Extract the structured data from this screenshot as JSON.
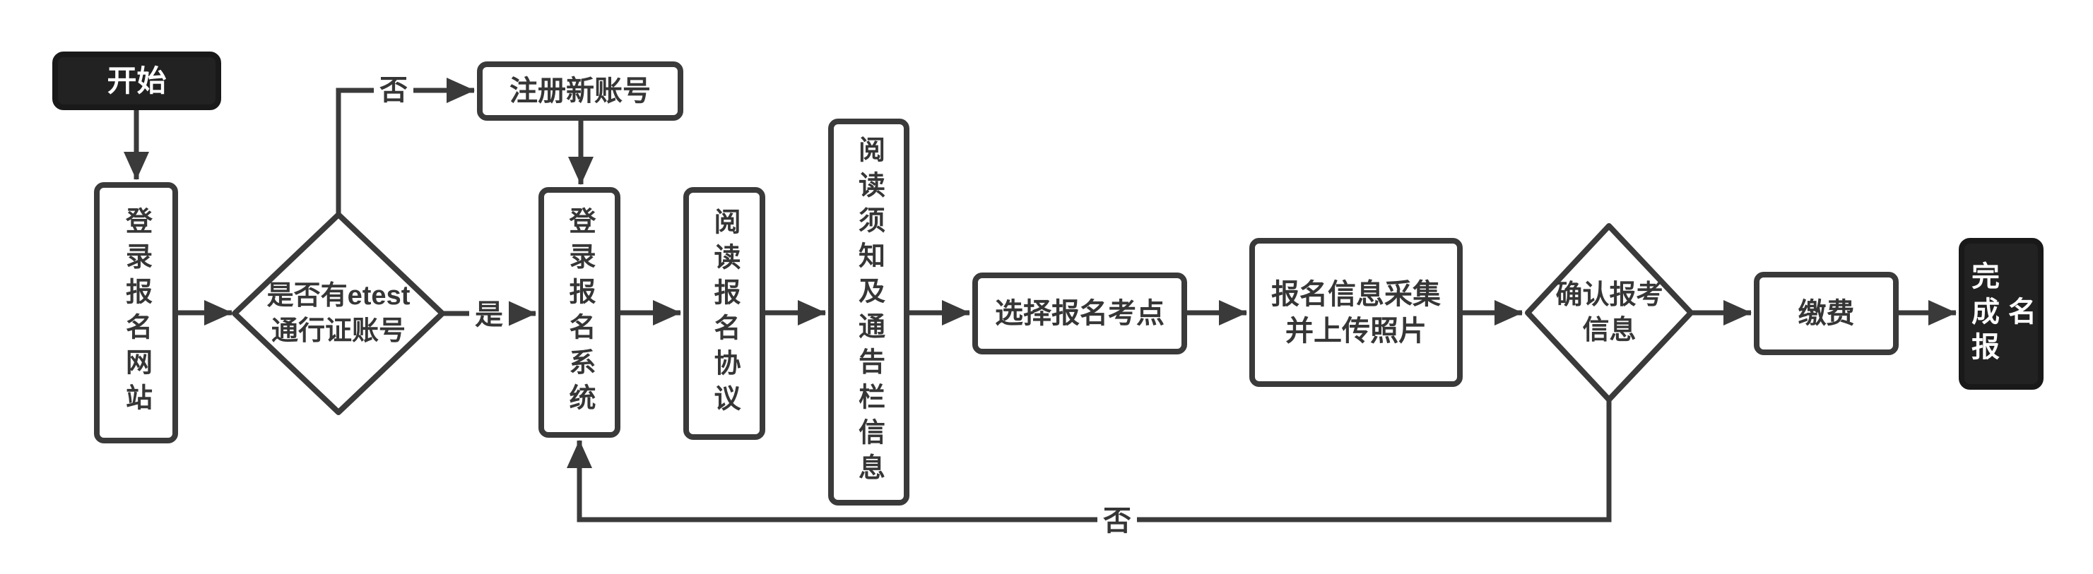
{
  "canvas": {
    "width": "2962",
    "height": "813",
    "background": "#ffffff"
  },
  "palette": {
    "line_color": "#3a3a3a",
    "text_color": "#363636",
    "terminal_fill": "#222222",
    "terminal_border": "#191919",
    "terminal_text": "#ffffff",
    "process_fill": "#ffffff"
  },
  "nodes": {
    "start": {
      "label": "开始",
      "type": "terminal"
    },
    "login_site": {
      "label": "登录报名网站",
      "type": "process"
    },
    "register": {
      "label": "注册新账号",
      "type": "process"
    },
    "login_system": {
      "label": "登录报名系统",
      "type": "process"
    },
    "read_agreement": {
      "label": "阅读报名协议",
      "type": "process"
    },
    "read_notice": {
      "label": "阅读须知及通告栏信息",
      "type": "process"
    },
    "choose_site": {
      "label": "选择报名考点",
      "type": "process"
    },
    "collect_info": {
      "label": "报名信息采集\n并上传照片",
      "type": "process"
    },
    "pay": {
      "label": "缴费",
      "type": "process"
    },
    "finish": {
      "label": "完成报名",
      "type": "terminal"
    }
  },
  "decisions": {
    "has_account": {
      "label": "是否有etest\n通行证账号"
    },
    "confirm_info": {
      "label": "确认报考\n信息"
    }
  },
  "edge_labels": {
    "no_top": "否",
    "yes": "是",
    "no_bottom": "否"
  }
}
